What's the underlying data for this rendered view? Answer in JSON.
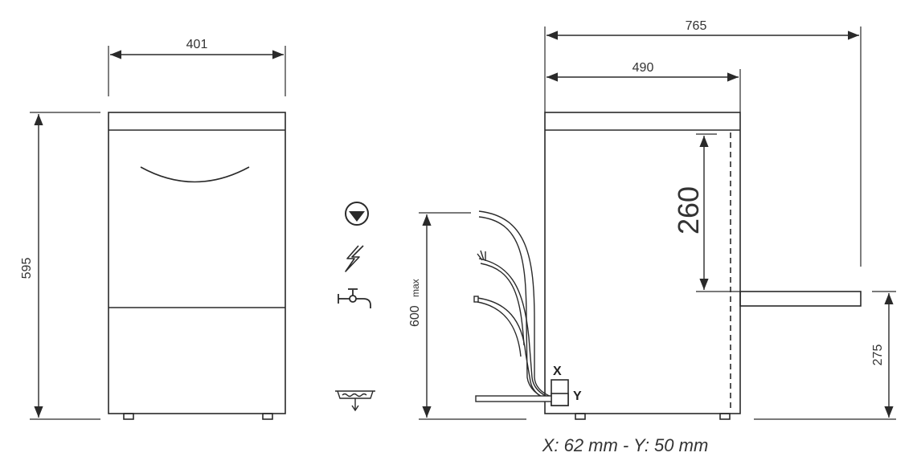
{
  "dimensions": {
    "width": "401",
    "height": "595",
    "depth_total": "765",
    "depth_body": "490",
    "door_height": "260",
    "connection_height": "600",
    "connection_height_unit": "max",
    "door_open_height": "275"
  },
  "markers": {
    "x": "X",
    "y": "Y"
  },
  "caption": "X: 62 mm - Y: 50 mm",
  "icons": [
    "drain-icon",
    "power-icon",
    "water-tap-icon",
    "floor-drain-icon"
  ],
  "colors": {
    "line": "#2a2a2a",
    "text": "#333333"
  }
}
